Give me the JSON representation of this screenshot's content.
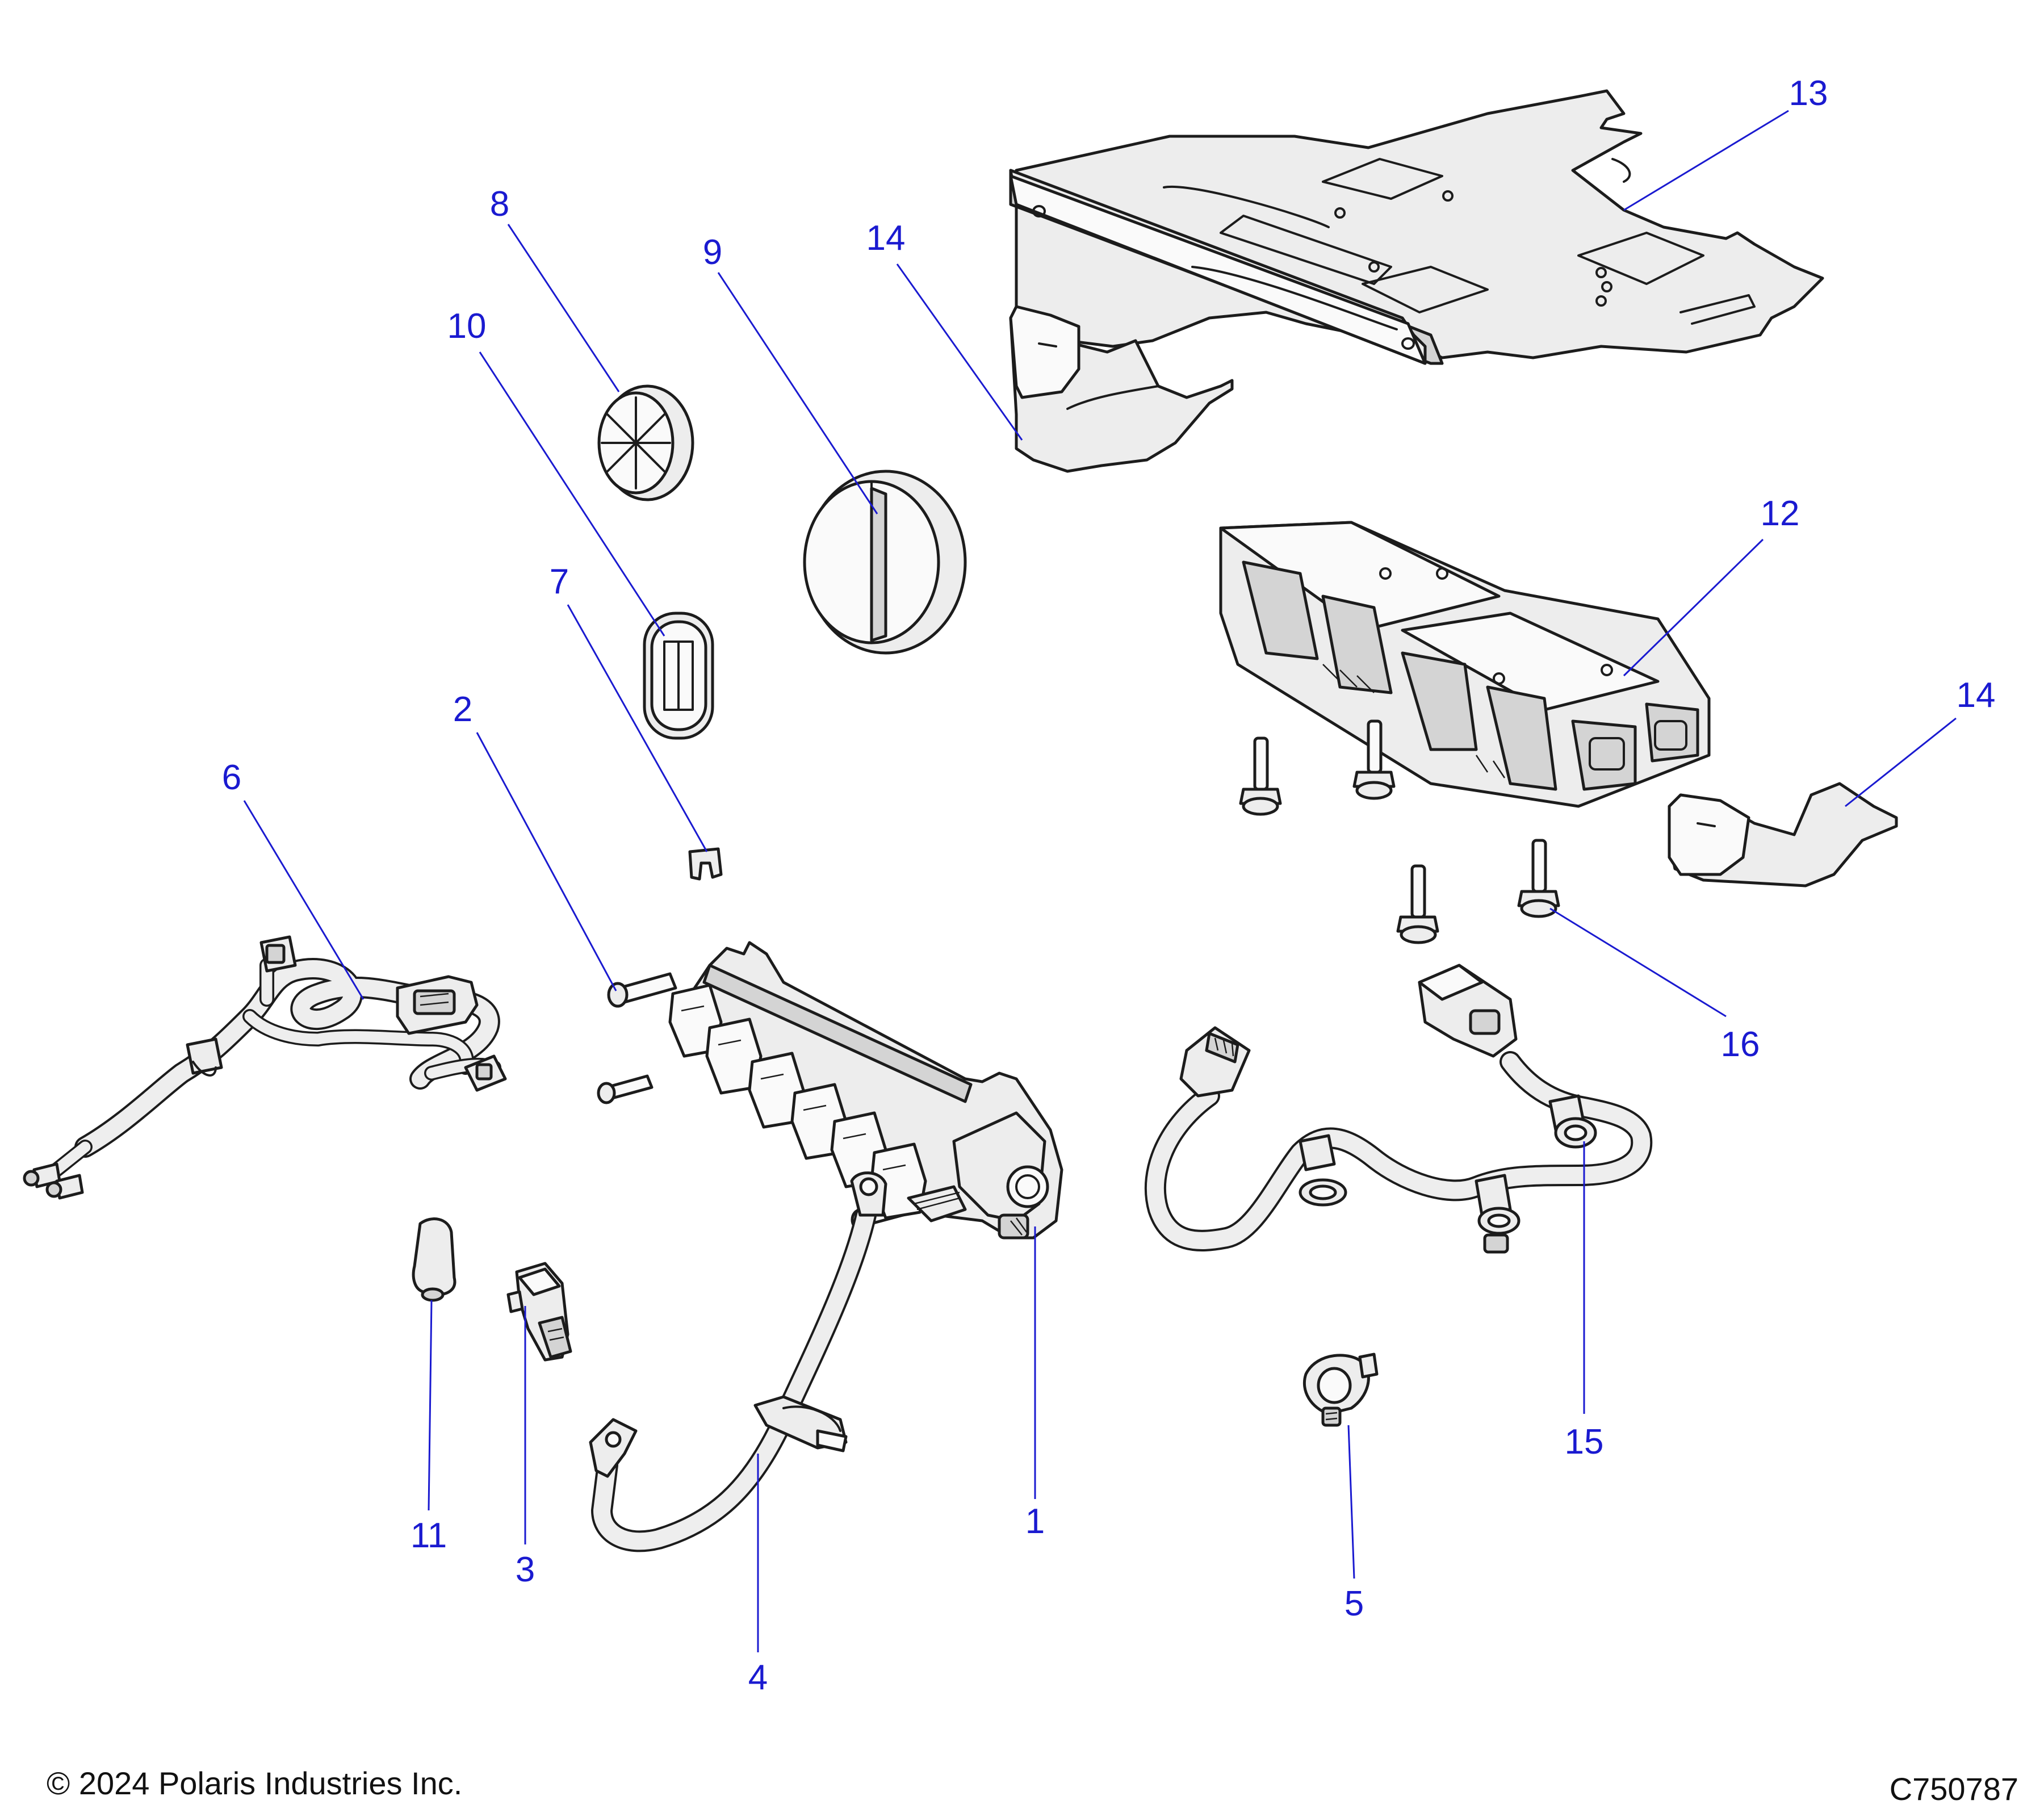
{
  "callouts": [
    {
      "id": "1",
      "label": "1"
    },
    {
      "id": "2",
      "label": "2"
    },
    {
      "id": "3",
      "label": "3"
    },
    {
      "id": "4",
      "label": "4"
    },
    {
      "id": "5",
      "label": "5"
    },
    {
      "id": "6",
      "label": "6"
    },
    {
      "id": "7",
      "label": "7"
    },
    {
      "id": "8",
      "label": "8"
    },
    {
      "id": "9",
      "label": "9"
    },
    {
      "id": "10",
      "label": "10"
    },
    {
      "id": "11",
      "label": "11"
    },
    {
      "id": "12",
      "label": "12"
    },
    {
      "id": "13",
      "label": "13"
    },
    {
      "id": "14a",
      "label": "14"
    },
    {
      "id": "14b",
      "label": "14"
    },
    {
      "id": "15",
      "label": "15"
    },
    {
      "id": "16",
      "label": "16"
    }
  ],
  "footer": {
    "copyright": "© 2024 Polaris Industries Inc.",
    "diagram_code": "C750787"
  }
}
